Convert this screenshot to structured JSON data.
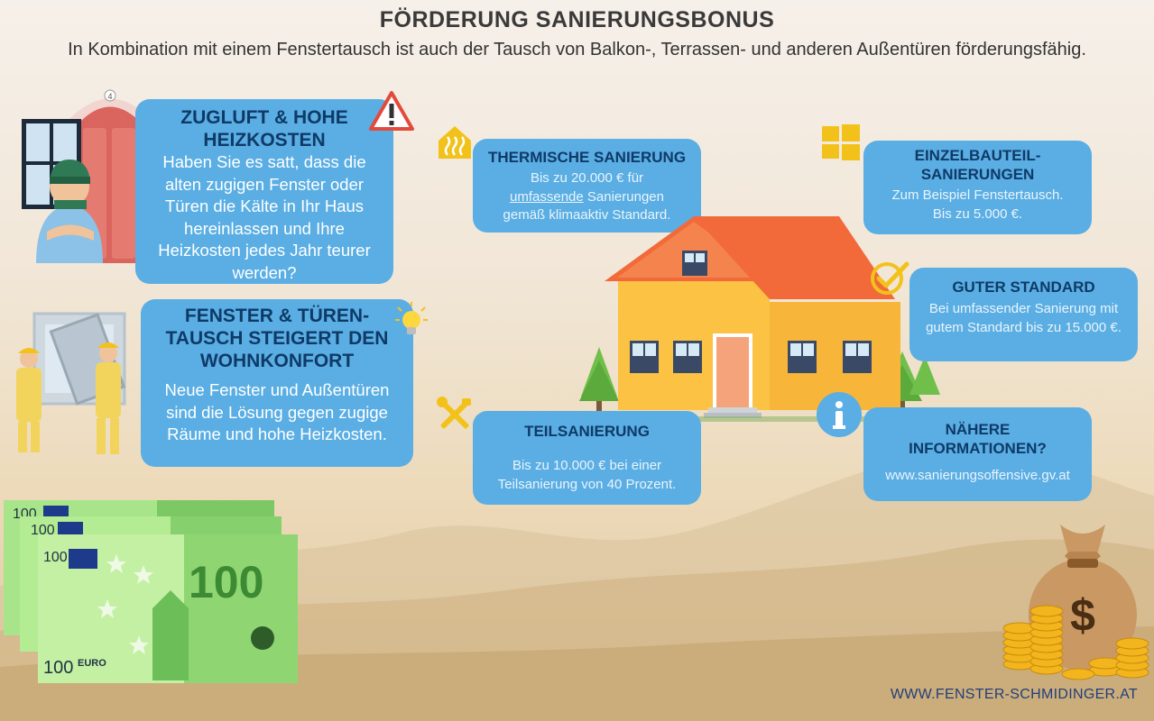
{
  "header": {
    "title": "FÖRDERUNG SANIERUNGSBONUS",
    "subtitle": "In Kombination mit einem Fenstertausch ist auch der Tausch von Balkon-, Terrassen- und anderen Außentüren förderungsfähig."
  },
  "cards": {
    "zugluft": {
      "title": "ZUGLUFT & HOHE HEIZKOSTEN",
      "text": "Haben Sie es satt, dass die alten zugigen Fenster oder Türen die Kälte in Ihr Haus hereinlassen und Ihre Heizkosten jedes Jahr teurer werden?"
    },
    "tausch": {
      "title": "FENSTER & TÜREN-TAUSCH STEIGERT DEN WOHNKONFORT",
      "text": "Neue Fenster und Außentüren sind die Lösung gegen zugige Räume und hohe Heizkosten."
    },
    "thermisch": {
      "title": "THERMISCHE SANIERUNG",
      "text_1": "Bis zu 20.000 € für",
      "text_link": "umfassende",
      "text_2": " Sanierungen",
      "text_3": "gemäß klimaaktiv Standard."
    },
    "einzel": {
      "title": "EINZELBAUTEIL-SANIERUNGEN",
      "text": "Zum Beispiel Fenstertausch. Bis zu 5.000 €."
    },
    "guter": {
      "title": "GUTER STANDARD",
      "text": "Bei umfassender Sanierung mit gutem Standard bis zu 15.000 €."
    },
    "teil": {
      "title": "TEILSANIERUNG",
      "text": "Bis zu 10.000 € bei einer Teilsanierung von 40 Prozent."
    },
    "info": {
      "title": "NÄHERE INFORMATIONEN?",
      "url": "www.sanierungsoffensive.gv.at"
    }
  },
  "illustrations": {
    "door_number": "4",
    "bill_value": "100",
    "bill_currency": "EURO",
    "bag_symbol": "$"
  },
  "footer": {
    "website": "WWW.FENSTER-SCHMIDINGER.AT"
  },
  "colors": {
    "card": "#5aaee4",
    "card_title": "#0f3a66",
    "icon_yellow": "#f2c21a"
  },
  "icons": [
    "warning-icon",
    "lightbulb-icon",
    "heating-icon",
    "windows-icon",
    "checkmark-icon",
    "tools-icon",
    "info-icon"
  ]
}
